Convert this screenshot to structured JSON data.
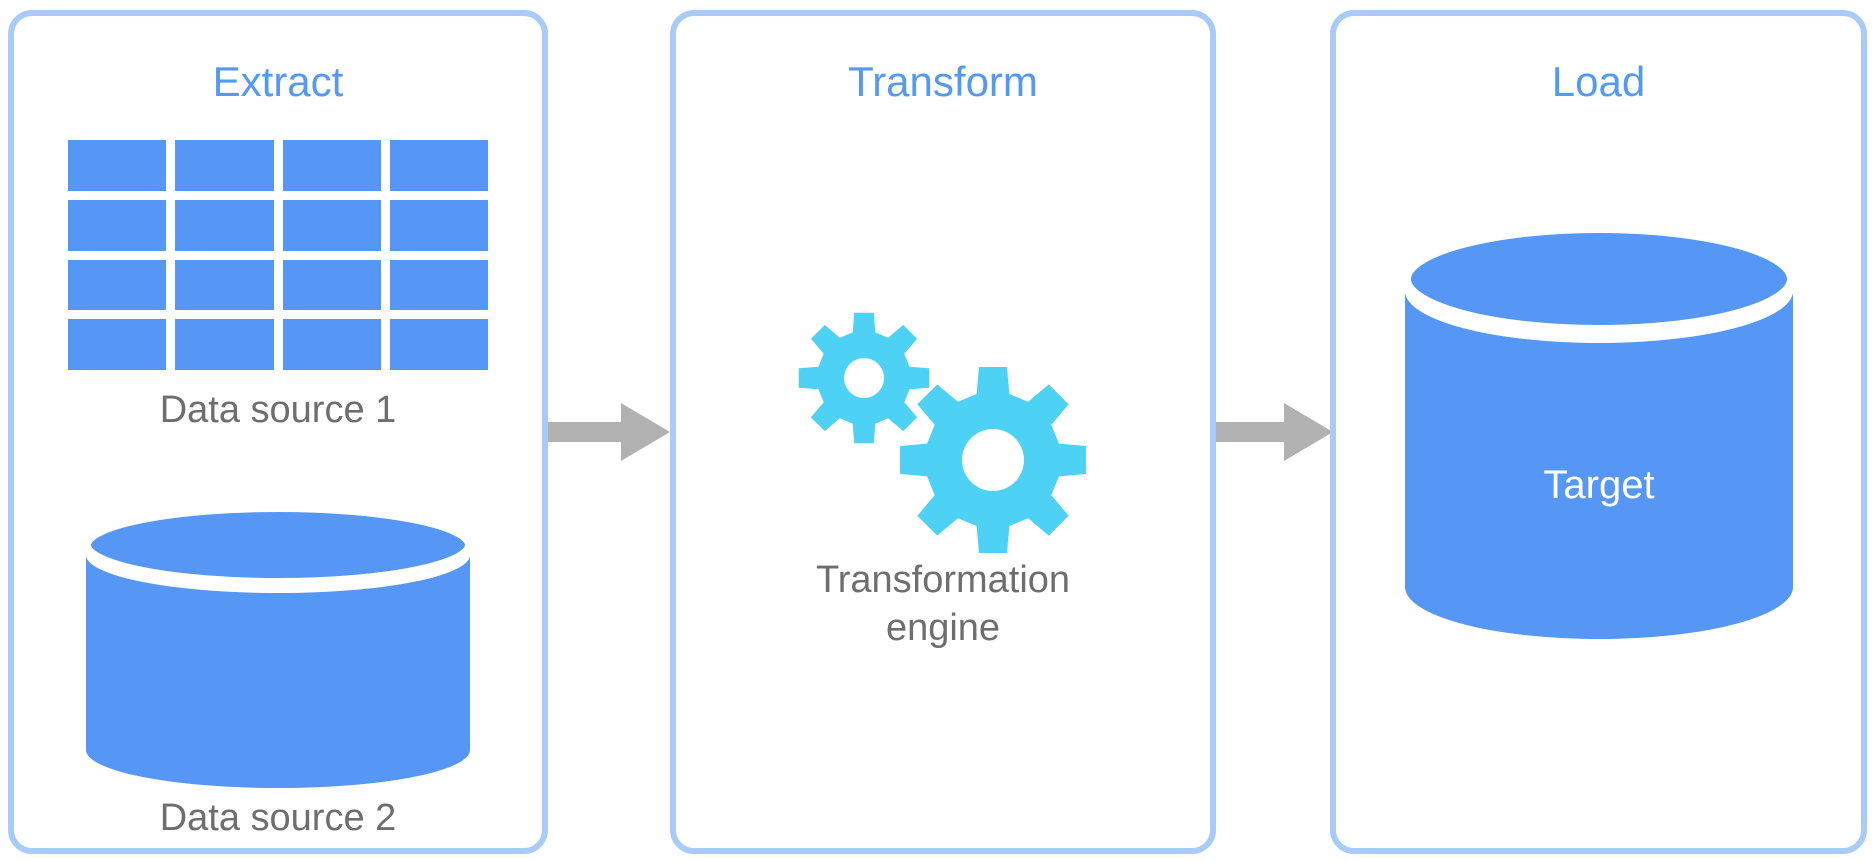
{
  "panels": [
    {
      "id": "extract",
      "title": "Extract",
      "items": [
        {
          "icon": "table-icon",
          "label": "Data source 1"
        },
        {
          "icon": "database-cylinder-icon",
          "label": "Data source 2"
        }
      ]
    },
    {
      "id": "transform",
      "title": "Transform",
      "items": [
        {
          "icon": "gears-icon",
          "label": "Transformation engine"
        }
      ]
    },
    {
      "id": "load",
      "title": "Load",
      "items": [
        {
          "icon": "database-cylinder-icon",
          "label": "Target"
        }
      ]
    }
  ],
  "arrows": [
    {
      "name": "extract-to-transform",
      "direction": "right"
    },
    {
      "name": "transform-to-load",
      "direction": "right"
    }
  ],
  "colors": {
    "panel_border": "#A9CBFA",
    "title_blue": "#5499F8",
    "shape_blue": "#5696F5",
    "gear_cyan": "#4DD2F5",
    "label_gray": "#6E6E6E",
    "arrow_gray": "#B1B1B1",
    "background": "#FFFFFF"
  }
}
